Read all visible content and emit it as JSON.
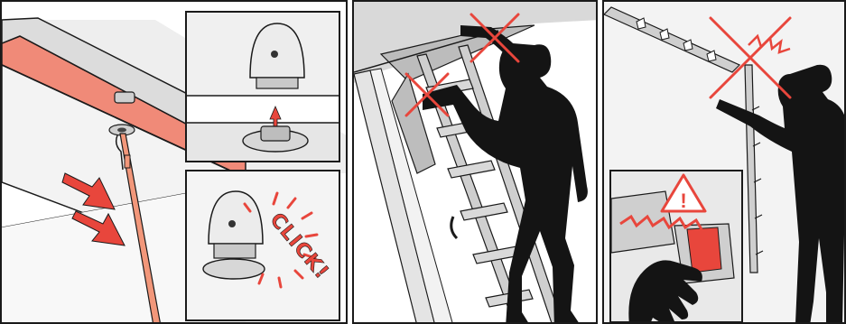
{
  "panels": [
    {
      "name": "panel-open-hatch-with-pole"
    },
    {
      "name": "panel-do-not-pull-ladder-overhead"
    },
    {
      "name": "panel-do-not-fold-ladder-hands-pinch"
    }
  ],
  "inset_click": {
    "label": "CLICK!"
  },
  "warning": {
    "symbol": "!"
  },
  "colors": {
    "accent_red": "#e8463c",
    "salmon": "#f08a78",
    "pole": "#f2977a",
    "outline": "#1a1a1a",
    "silhouette": "#141414",
    "light_gray": "#e6e6e6",
    "mid_gray": "#b9b9b9"
  }
}
